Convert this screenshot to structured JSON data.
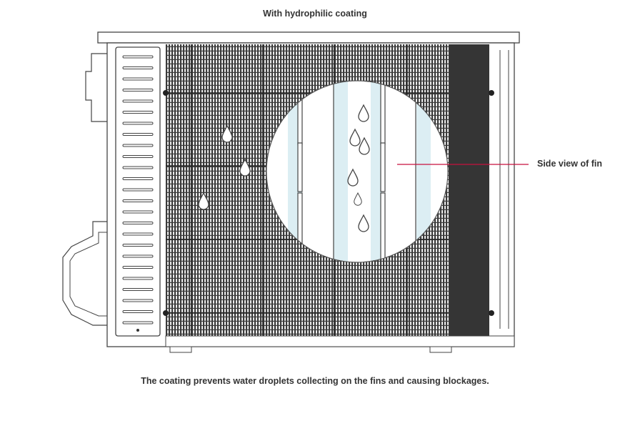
{
  "title": "With hydrophilic coating",
  "callout_label": "Side view of fin",
  "caption": "The coating prevents water droplets collecting on the fins and causing blockages.",
  "colors": {
    "callout_line": "#c8103e",
    "coating": "#dceef3",
    "outline": "#444444"
  }
}
